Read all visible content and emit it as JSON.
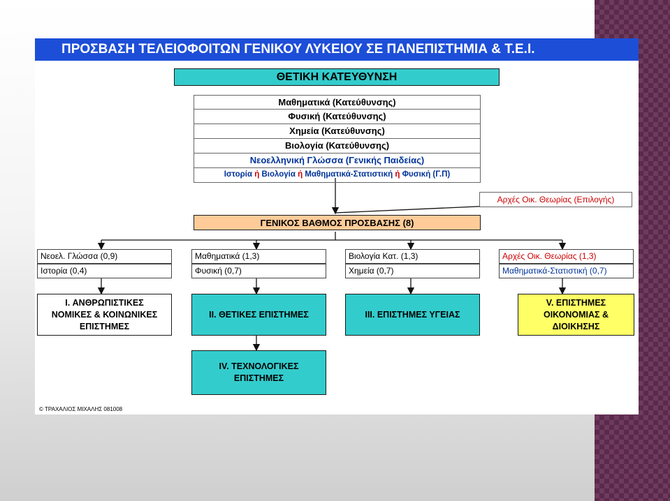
{
  "title": "ΠΡΟΣΒΑΣΗ ΤΕΛΕΙΟΦΟΙΤΩΝ ΓΕΝΙΚΟΥ ΛΥΚΕΙΟΥ  ΣΕ ΠΑΝΕΠΙΣΤΗΜΙΑ & Τ.Ε.Ι.",
  "direction": "ΘΕΤΙΚΗ ΚΑΤΕΥΘΥΝΣΗ",
  "subjects": [
    "Μαθηματικά (Κατεύθυνσης)",
    "Φυσική (Κατεύθυνσης)",
    "Χημεία (Κατεύθυνσης)",
    "Βιολογία (Κατεύθυνσης)",
    "Νεοελληνική Γλώσσα (Γενικής Παιδείας)"
  ],
  "general_row": {
    "a": "Ιστορία",
    "or1": "ή",
    "b": "Βιολογία",
    "or2": "ή",
    "c": "Μαθηματικά-Στατιστική",
    "or3": "ή",
    "d": "Φυσική (Γ.Π)"
  },
  "elective": "Αρχές Οικ. Θεωρίας (Επιλογής)",
  "access_grade": "ΓΕΝΙΚΟΣ ΒΑΘΜΟΣ ΠΡΟΣΒΑΣΗΣ (8)",
  "weights": [
    {
      "row1": "Νεοελ. Γλώσσα (0,9)",
      "row2": "Ιστορία (0,4)"
    },
    {
      "row1": "Μαθηματικά (1,3)",
      "row2": "Φυσική (0,7)"
    },
    {
      "row1": "Βιολογία Κατ. (1,3)",
      "row2": "Χημεία (0,7)"
    },
    {
      "row1": "Αρχές Οικ. Θεωρίας (1,3)",
      "row2": "Μαθηματικά-Στατιστική (0,7)"
    }
  ],
  "fields": [
    "I. ΑΝΘΡΩΠΙΣΤΙΚΕΣ\nΝΟΜΙΚΕΣ & ΚΟΙΝΩΝΙΚΕΣ\nΕΠΙΣΤΗΜΕΣ",
    "II. ΘΕΤΙΚΕΣ ΕΠΙΣΤΗΜΕΣ",
    "III. ΕΠΙΣΤΗΜΕΣ ΥΓΕΙΑΣ",
    "V. ΕΠΙΣΤΗΜΕΣ\nΟΙΚΟΝΟΜΙΑΣ &\nΔΙΟΙΚΗΣΗΣ",
    "IV. ΤΕΧΝΟΛΟΓΙΚΕΣ\nΕΠΙΣΤΗΜΕΣ"
  ],
  "credit": "© ΤΡΑΧΑΛΙΟΣ ΜΙΧΑΛΗΣ 081008",
  "colors": {
    "title_bar": "#1d4ed8",
    "cyan": "#33cccc",
    "header_fill": "#ffcc99",
    "navy": "#003399",
    "red": "#cc0000"
  }
}
